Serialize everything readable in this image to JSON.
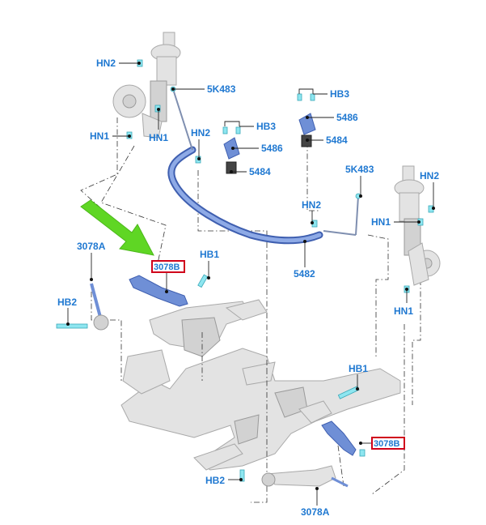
{
  "labels": {
    "hn2_top_left": "HN2",
    "k483_left": "5K483",
    "hn1_left_a": "HN1",
    "hn1_left_b": "HN1",
    "hn2_mid": "HN2",
    "hb3_mid": "HB3",
    "c5486_mid": "5486",
    "c5484_mid": "5484",
    "hb3_right": "HB3",
    "c5486_right": "5486",
    "c5484_right": "5484",
    "k483_right": "5K483",
    "hn2_right": "HN2",
    "hn2_center": "HN2",
    "hn1_right_a": "HN1",
    "hn1_right_b": "HN1",
    "c5482": "5482",
    "c3078a_left": "3078A",
    "c3078b_left": "3078B",
    "hb1_left": "HB1",
    "hb2_left": "HB2",
    "hb1_right": "HB1",
    "c3078b_right": "3078B",
    "hb2_bottom": "HB2",
    "c3078a_bottom": "3078A"
  },
  "colors": {
    "label": "#1f78d1",
    "highlight_box": "#d0021b",
    "arrow": "#5fd624",
    "part_blue": "#6f8fd6",
    "fastener": "#8ee6f0",
    "subframe": "#e3e3e3"
  },
  "icons": {
    "pointer_arrow": "green-arrow-icon"
  }
}
